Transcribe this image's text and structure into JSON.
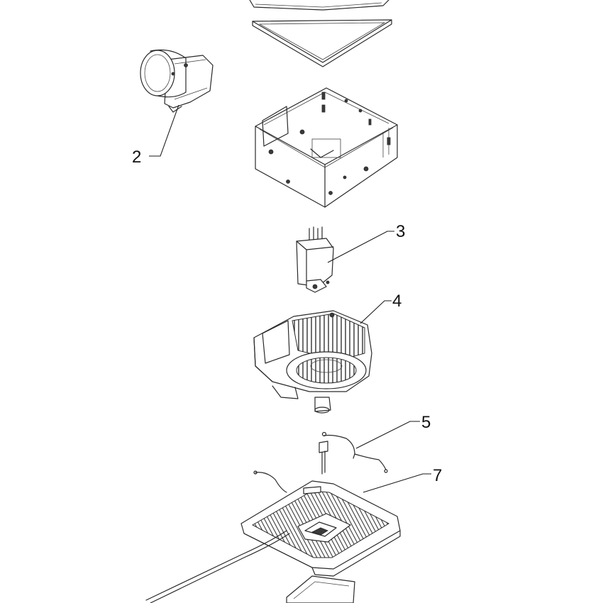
{
  "diagram": {
    "callouts": [
      {
        "id": "part-2",
        "label": "2"
      },
      {
        "id": "part-3",
        "label": "3"
      },
      {
        "id": "part-4",
        "label": "4"
      },
      {
        "id": "part-5",
        "label": "5"
      },
      {
        "id": "part-7",
        "label": "7"
      }
    ]
  }
}
